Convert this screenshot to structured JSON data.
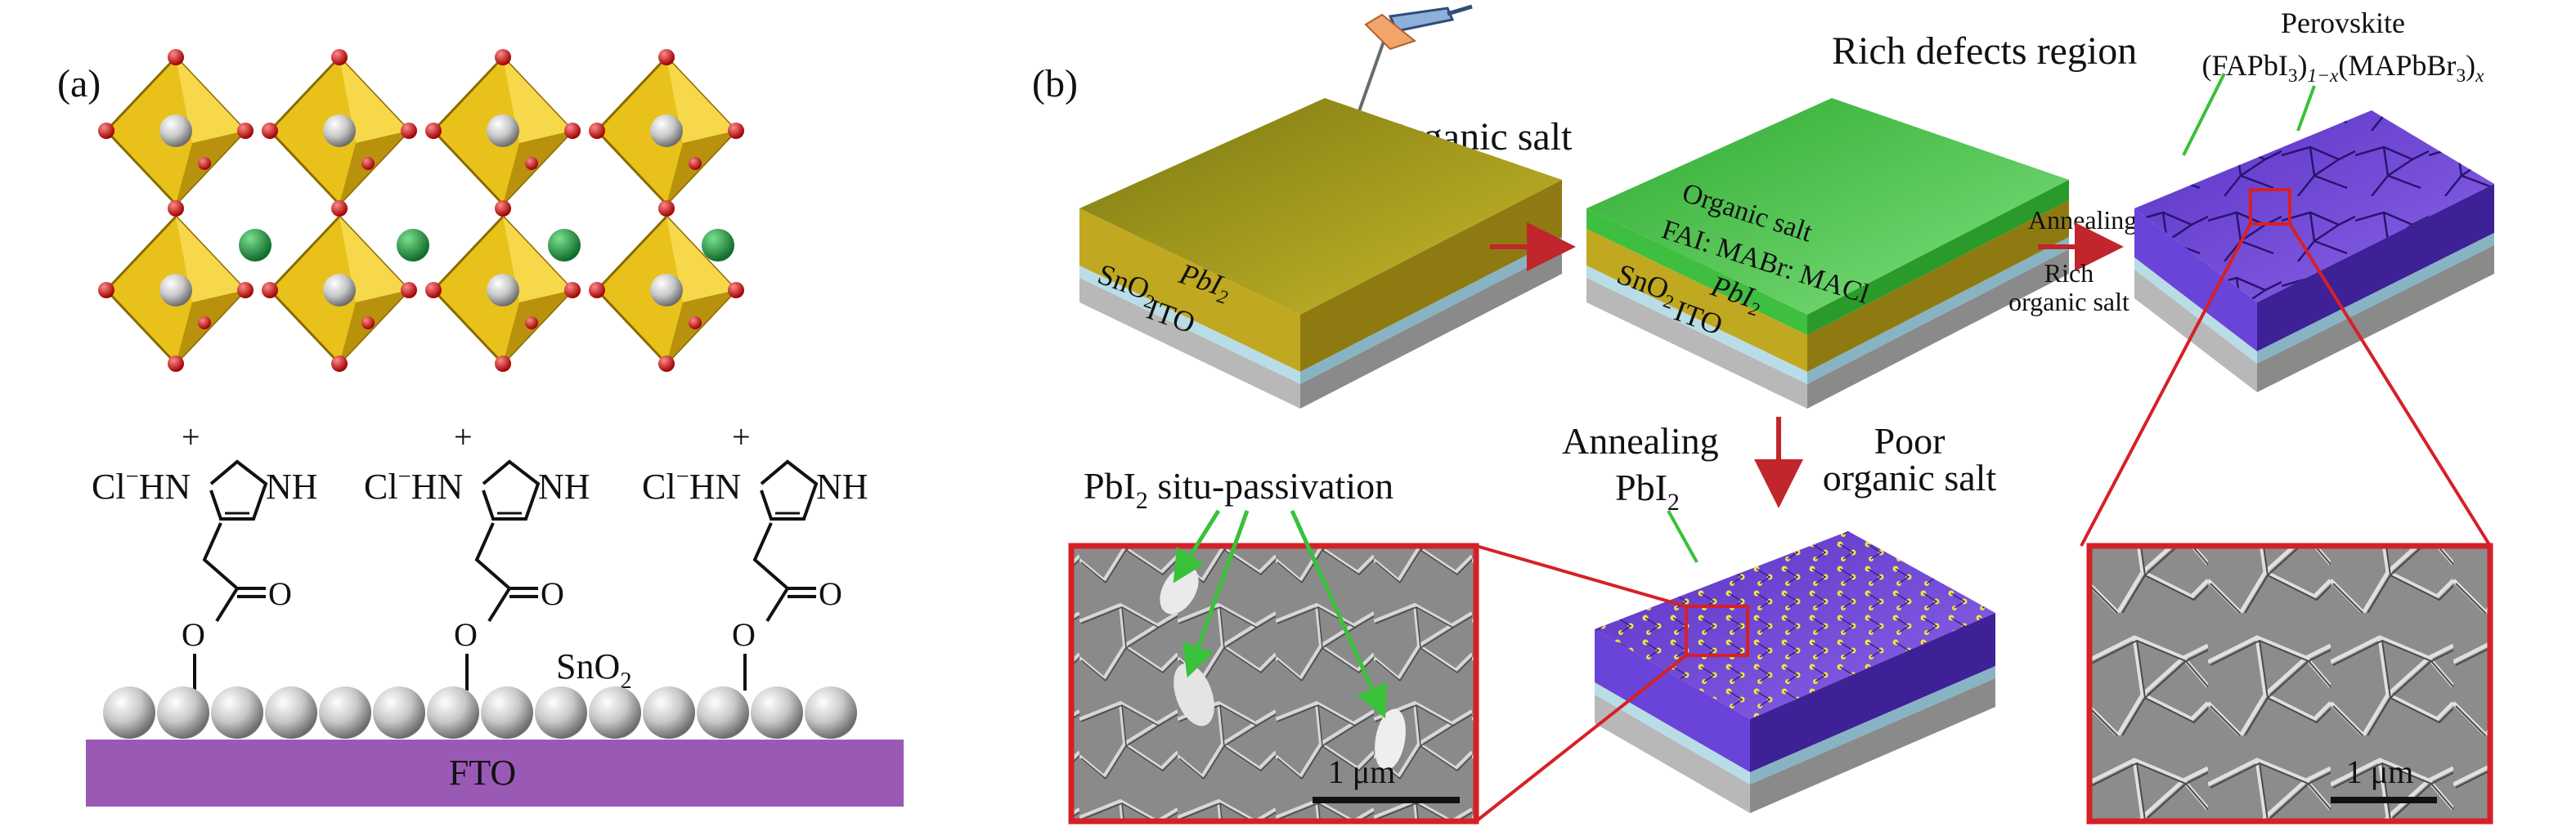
{
  "panel_a": {
    "label": "(a)",
    "cl_minus": "Cl",
    "cl_sup": "−",
    "h": "H",
    "n_plus": "N",
    "plus": "+",
    "nh": "NH",
    "o": "O",
    "sno2": "SnO",
    "sno2_sub": "2",
    "fto": "FTO"
  },
  "panel_b": {
    "label": "(b)",
    "organic_salt": "Organic salt",
    "pbi2_a": "PbI",
    "pbi2_a_sub": "2",
    "sno2_a": "SnO",
    "sno2_a_sub": "2",
    "ito_a": "ITO",
    "green_line1": "Organic salt",
    "green_line2": "FAI: MABr: MACl",
    "pbi2_b": "PbI",
    "pbi2_b_sub": "2",
    "sno2_b": "SnO",
    "sno2_b_sub": "2",
    "ito_b": "ITO",
    "annealing_top": "Annealing",
    "rich_line1": "Rich",
    "rich_line2": "organic salt",
    "rich_defects": "Rich defects region",
    "perovskite": "Perovskite",
    "formula_1": "(FAPbI",
    "formula_1_sub": "3",
    "formula_2": ")",
    "formula_2_sub": "1−x",
    "formula_3": "(MAPbBr",
    "formula_3_sub": "3",
    "formula_4": ")",
    "formula_4_sub": "x",
    "annealing_down": "Annealing",
    "pbi2_down": "PbI",
    "pbi2_down_sub": "2",
    "poor_line1": "Poor",
    "poor_line2": "organic salt",
    "situ": "PbI",
    "situ_sub": "2",
    "situ_rest": " situ-passivation",
    "scale_left": "1 μm",
    "scale_right": "1 μm"
  },
  "colors": {
    "octahedron": "#e8c21a",
    "green_atom": "#1f8a3a",
    "red_atom": "#d01818",
    "fto": "#9b59b6",
    "perovskite": "#6b3fd1",
    "pbi2_film": "#b8a01a",
    "organic_film": "#3fc83f",
    "arrow": "#c0262b",
    "zoom_frame": "#d62027"
  }
}
